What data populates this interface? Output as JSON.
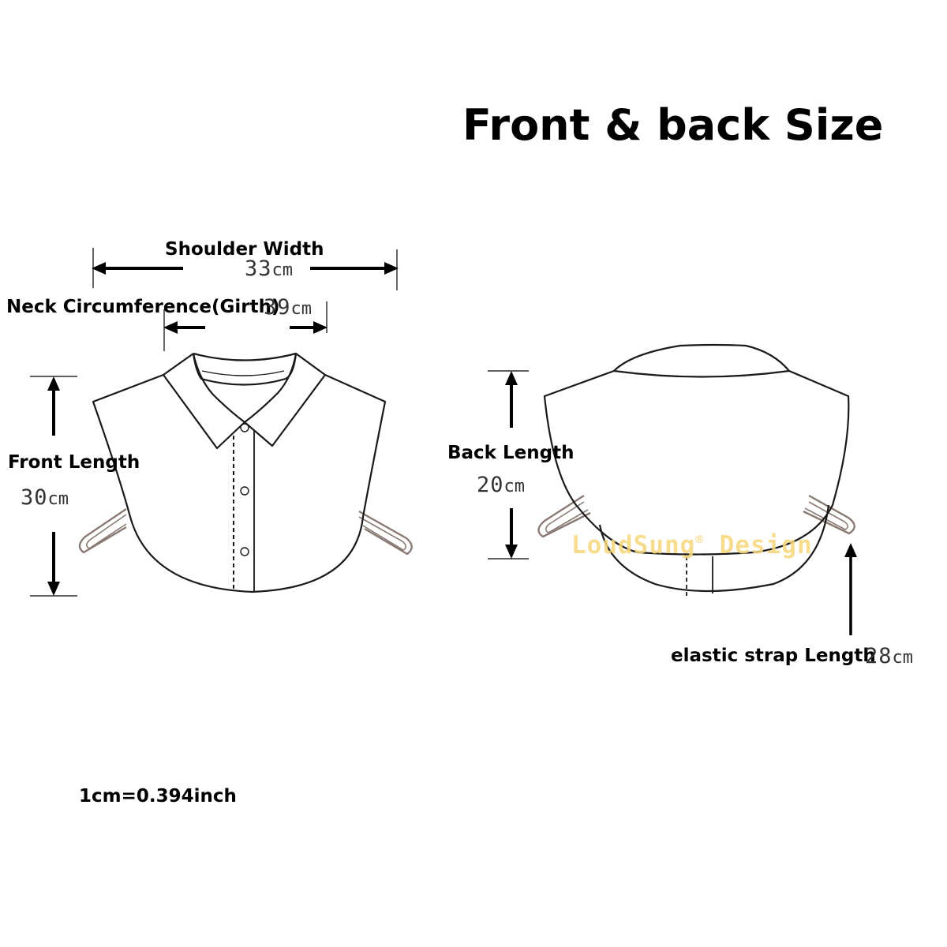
{
  "title": "Front & back Size",
  "front": {
    "shoulder_width": {
      "label": "Shoulder Width",
      "value": "33",
      "unit": "cm"
    },
    "neck_circumference": {
      "label": "Neck Circumference(Girth)",
      "value": "39",
      "unit": "cm"
    },
    "front_length": {
      "label": "Front Length",
      "value": "30",
      "unit": "cm"
    }
  },
  "back": {
    "back_length": {
      "label": "Back Length",
      "value": "20",
      "unit": "cm"
    },
    "elastic_strap_length": {
      "label": "elastic strap Length",
      "value": "28",
      "unit": "cm"
    }
  },
  "conversion_note": "1cm=0.394inch",
  "watermark": {
    "brand": "LoudSung",
    "mark": "®",
    "suffix": "Design"
  },
  "colors": {
    "line": "#1a1a1a",
    "strap": "#8a7a74",
    "watermark": "#f7d77b"
  }
}
